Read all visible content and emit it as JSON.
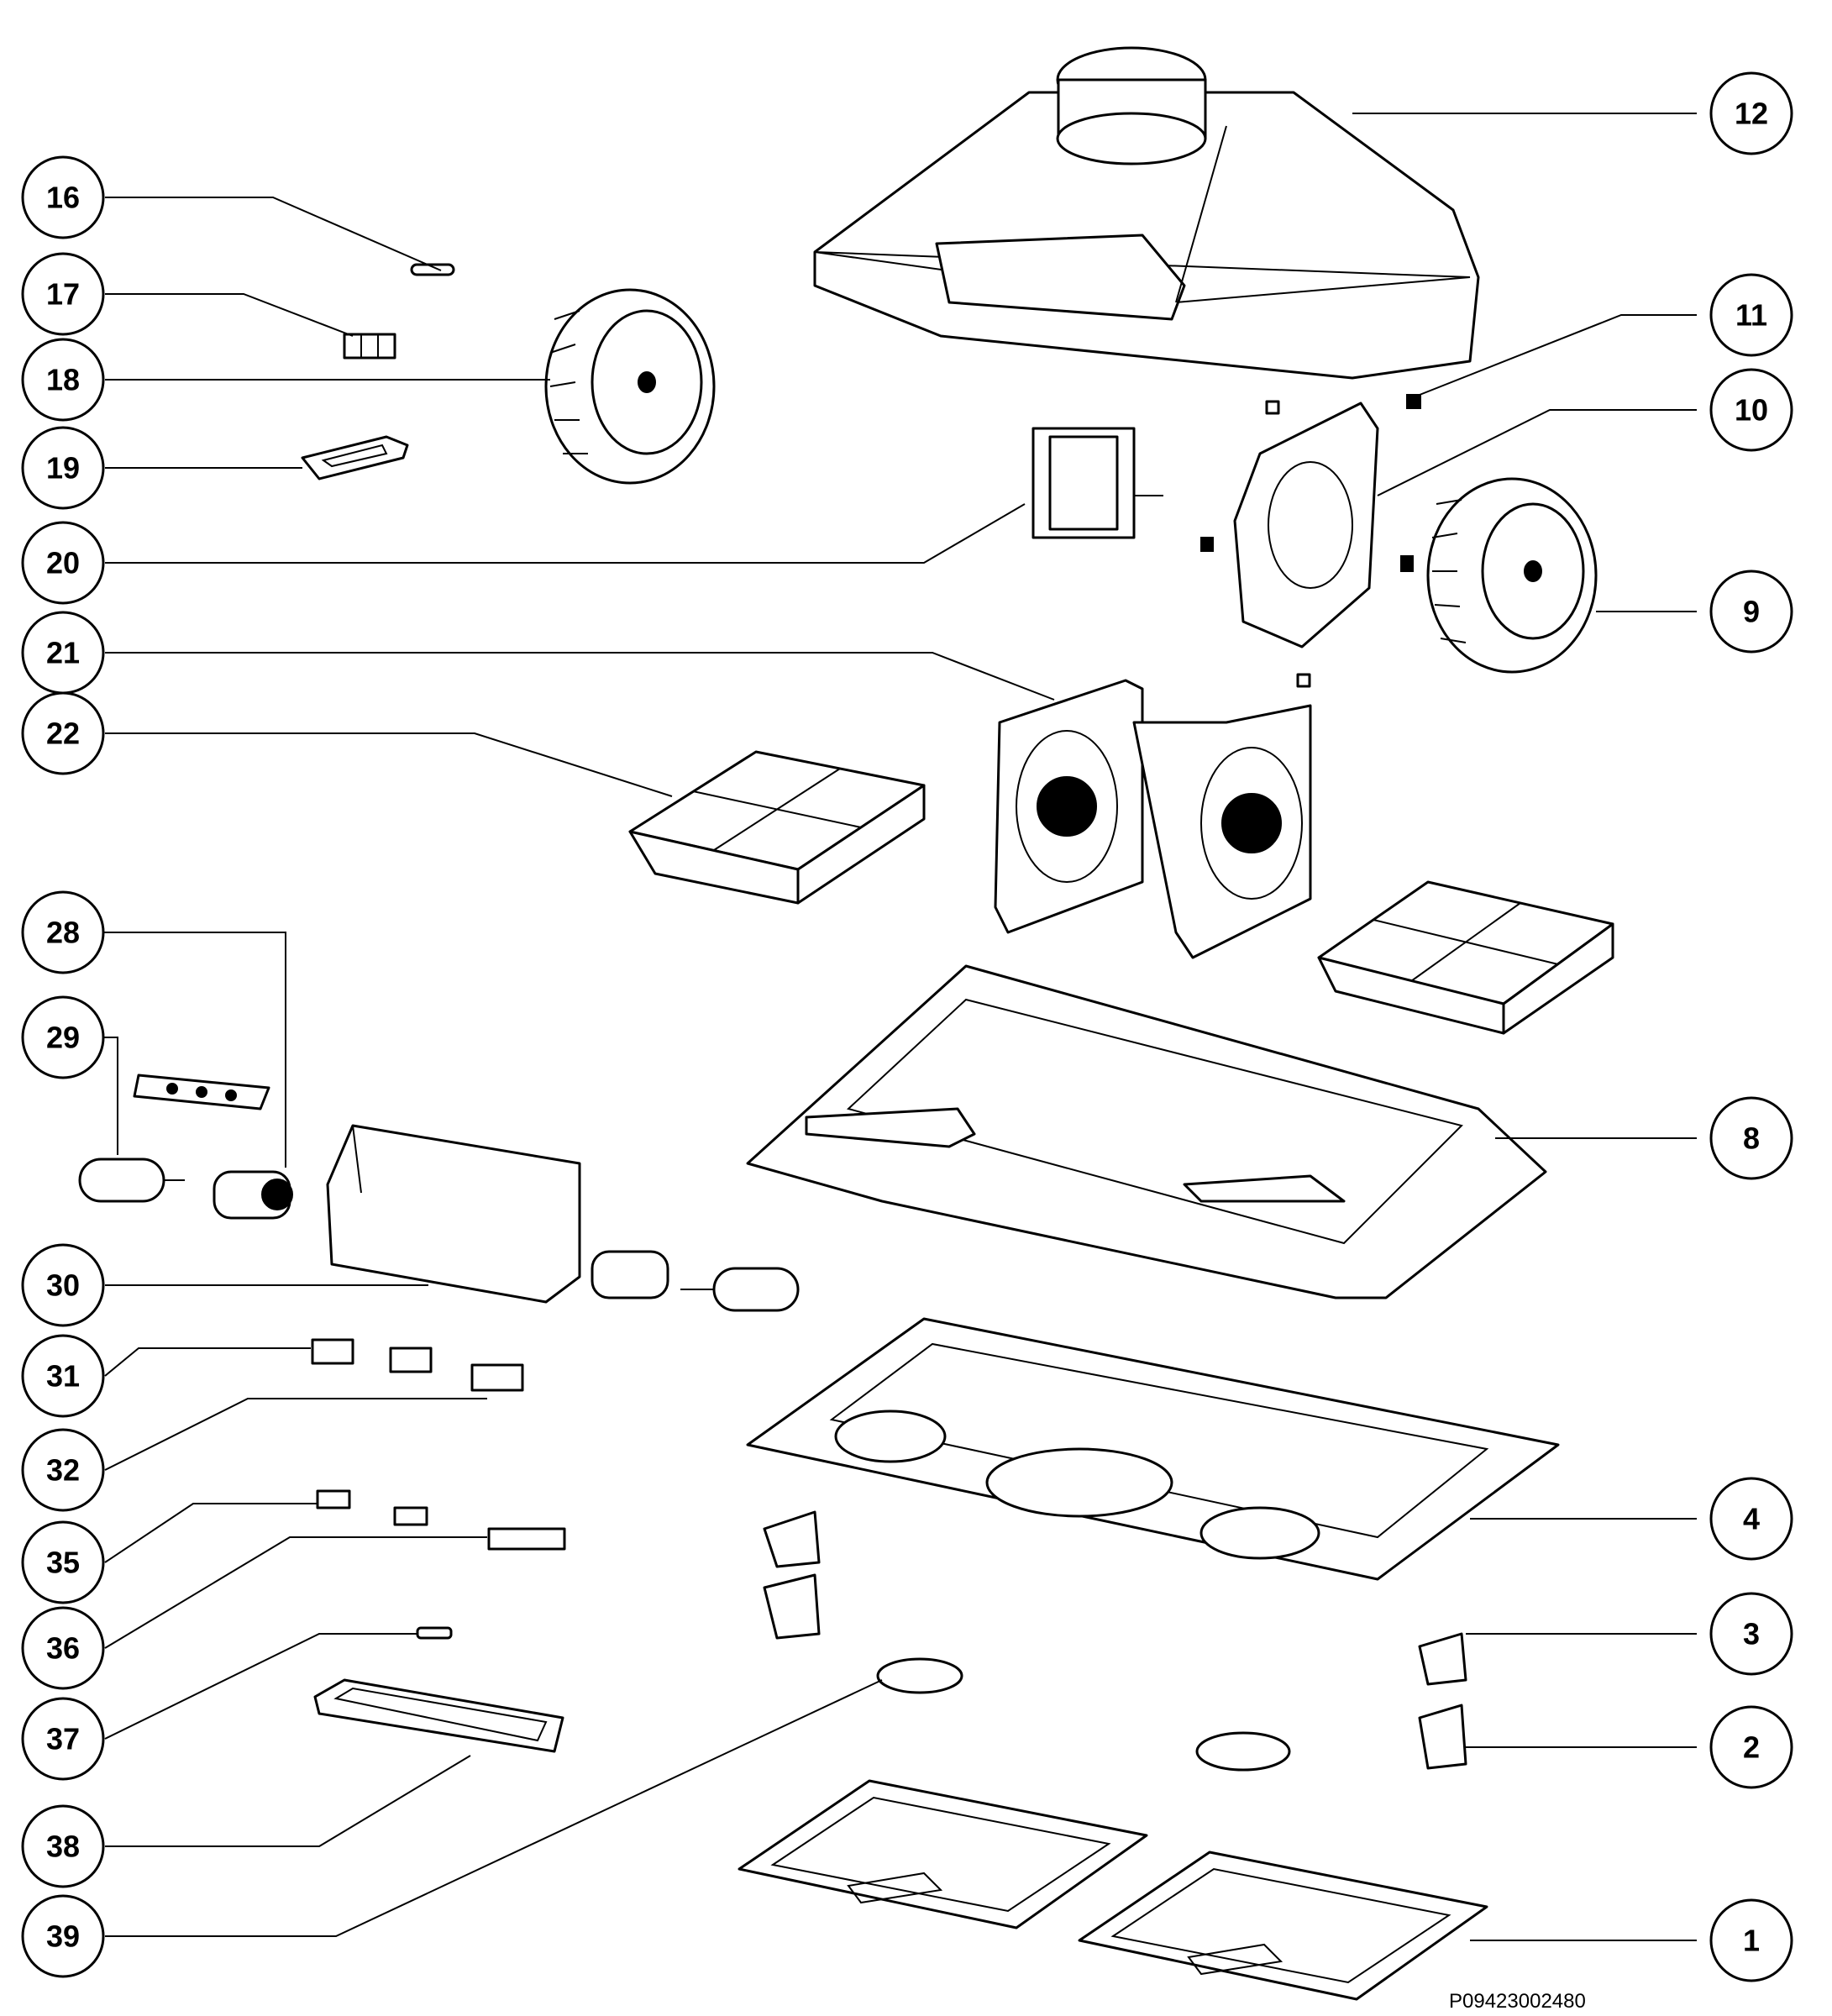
{
  "diagram_code": "P09423002480",
  "callouts": [
    {
      "label": "1"
    },
    {
      "label": "2"
    },
    {
      "label": "3"
    },
    {
      "label": "4"
    },
    {
      "label": "8"
    },
    {
      "label": "9"
    },
    {
      "label": "10"
    },
    {
      "label": "11"
    },
    {
      "label": "12"
    },
    {
      "label": "16"
    },
    {
      "label": "17"
    },
    {
      "label": "18"
    },
    {
      "label": "19"
    },
    {
      "label": "20"
    },
    {
      "label": "21"
    },
    {
      "label": "22"
    },
    {
      "label": "28"
    },
    {
      "label": "29"
    },
    {
      "label": "30"
    },
    {
      "label": "31"
    },
    {
      "label": "32"
    },
    {
      "label": "35"
    },
    {
      "label": "36"
    },
    {
      "label": "37"
    },
    {
      "label": "38"
    },
    {
      "label": "39"
    }
  ],
  "colors": {
    "ink": "#000000",
    "paper": "#ffffff"
  }
}
